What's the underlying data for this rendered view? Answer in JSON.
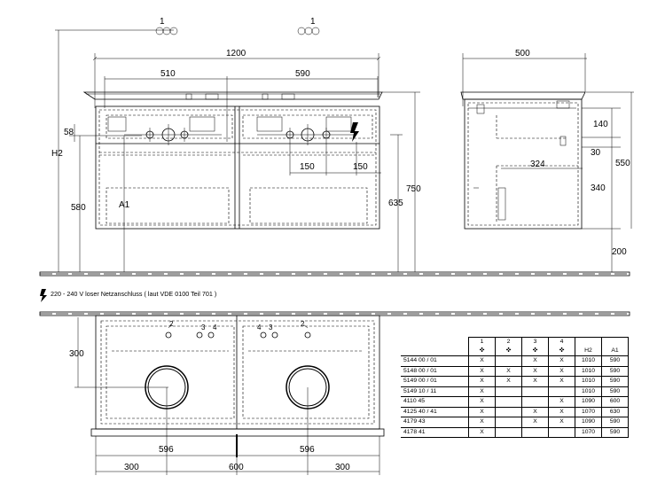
{
  "dimensions": {
    "total_width": "1200",
    "sink_left": "510",
    "sink_right": "590",
    "depth": "500",
    "d140": "140",
    "d30": "30",
    "d324": "324",
    "d340": "340",
    "d550": "550",
    "d200": "200",
    "d750": "750",
    "d635": "635",
    "d580": "580",
    "d58": "58",
    "d150a": "150",
    "d150b": "150",
    "h2": "H2",
    "a1": "A1",
    "d300_side": "300",
    "d596a": "596",
    "d596b": "596",
    "d300_left": "300",
    "d600": "600",
    "d300_right": "300"
  },
  "markers": {
    "top_left": "1",
    "top_right": "1",
    "plan": [
      "2",
      "3",
      "4",
      "4",
      "3",
      "2"
    ]
  },
  "note": "220 - 240 V loser Netzanschluss ( laut VDE 0100 Teil 701 )",
  "table": {
    "header_nums": [
      "1",
      "2",
      "3",
      "4"
    ],
    "header_cols": [
      "H2",
      "A1"
    ],
    "rows": [
      {
        "code": "5144 00 / 01",
        "c1": "X",
        "c2": "",
        "c3": "X",
        "c4": "X",
        "h2": "1010",
        "a1": "590"
      },
      {
        "code": "5148 00 / 01",
        "c1": "X",
        "c2": "X",
        "c3": "X",
        "c4": "X",
        "h2": "1010",
        "a1": "590"
      },
      {
        "code": "5149 00 / 01",
        "c1": "X",
        "c2": "X",
        "c3": "X",
        "c4": "X",
        "h2": "1010",
        "a1": "590"
      },
      {
        "code": "5149 10 / 11",
        "c1": "X",
        "c2": "",
        "c3": "",
        "c4": "",
        "h2": "1010",
        "a1": "590"
      },
      {
        "code": "4110 45",
        "c1": "X",
        "c2": "",
        "c3": "",
        "c4": "X",
        "h2": "1090",
        "a1": "600"
      },
      {
        "code": "4125 40 / 41",
        "c1": "X",
        "c2": "",
        "c3": "X",
        "c4": "X",
        "h2": "1070",
        "a1": "630"
      },
      {
        "code": "4179 43",
        "c1": "X",
        "c2": "",
        "c3": "X",
        "c4": "X",
        "h2": "1090",
        "a1": "590"
      },
      {
        "code": "4178 41",
        "c1": "X",
        "c2": "",
        "c3": "",
        "c4": "",
        "h2": "1070",
        "a1": "590"
      }
    ]
  }
}
